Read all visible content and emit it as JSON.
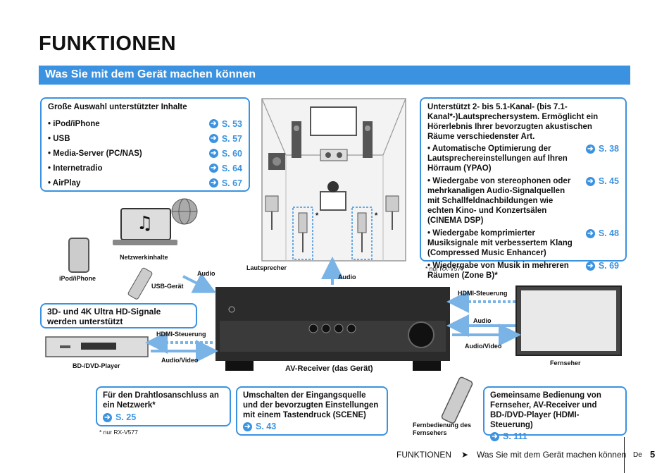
{
  "page": {
    "title": "FUNKTIONEN",
    "banner": "Was Sie mit dem Gerät machen können"
  },
  "content_box": {
    "heading": "Große Auswahl unterstützter Inhalte",
    "items": [
      {
        "label": "• iPod/iPhone",
        "ref": "S. 53"
      },
      {
        "label": "• USB",
        "ref": "S. 57"
      },
      {
        "label": "• Media-Server (PC/NAS)",
        "ref": "S. 60"
      },
      {
        "label": "• Internetradio",
        "ref": "S. 64"
      },
      {
        "label": "• AirPlay",
        "ref": "S. 67"
      }
    ]
  },
  "speaker_box": {
    "intro": "Unterstützt 2- bis 5.1-Kanal- (bis 7.1-Kanal*-)Lautsprechersystem. Ermöglicht ein Hörerlebnis Ihrer bevorzugten akustischen Räume verschiedenster Art.",
    "items": [
      {
        "label": "• Automatische Optimierung der Lautsprechereinstellungen auf Ihren Hörraum (YPAO)",
        "ref": "S. 38"
      },
      {
        "label": "• Wiedergabe von stereophonen oder mehrkanaligen Audio-Signalquellen mit Schallfeldnachbildungen wie echten Kino- und Konzertsälen (CINEMA DSP)",
        "ref": "S. 45"
      },
      {
        "label": "• Wiedergabe komprimierter Musiksignale mit verbessertem Klang (Compressed Music Enhancer)",
        "ref": "S. 48"
      },
      {
        "label": "• Wiedergabe von Musik in mehreren Räumen (Zone B)*",
        "ref": "S. 69"
      }
    ],
    "note": "* nur RX-V577"
  },
  "hd_box": {
    "text": "3D- und 4K Ultra HD-Signale werden unterstützt"
  },
  "wireless_box": {
    "text": "Für den Drahtlosanschluss an ein Netzwerk*",
    "ref": "S. 25",
    "note": "* nur RX-V577"
  },
  "scene_box": {
    "text": "Umschalten der Eingangsquelle und der bevorzugten Einstellungen mit einem Tastendruck (SCENE)",
    "ref": "S. 43"
  },
  "hdmi_box": {
    "text": "Gemeinsame Bedienung von Fernseher, AV-Receiver und BD-/DVD-Player (HDMI-Steuerung)",
    "ref": "S. 111"
  },
  "labels": {
    "network": "Netzwerkinhalte",
    "ipod": "iPod/iPhone",
    "usb": "USB-Gerät",
    "audio_usb": "Audio",
    "speakers": "Lautsprecher",
    "audio_speakers": "Audio",
    "asterisk": "*",
    "hdmi_tv": "HDMI-Steuerung",
    "audio_tv": "Audio",
    "av_tv": "Audio/Video",
    "tv": "Fernseher",
    "hdmi_bd": "HDMI-Steuerung",
    "av_bd": "Audio/Video",
    "bd": "BD-/DVD-Player",
    "receiver": "AV-Receiver (das Gerät)",
    "remote": "Fernbedienung des Fernsehers"
  },
  "footer": {
    "section": "FUNKTIONEN",
    "separator": "➤",
    "subsection": "Was Sie mit dem Gerät machen können",
    "lang": "De",
    "page_number": "5"
  },
  "colors": {
    "accent": "#3a92e0",
    "device": "#333333"
  },
  "icons": [
    "arrow-right-circle-icon",
    "music-note-icon",
    "globe-icon",
    "speaker-icon",
    "listener-icon"
  ]
}
